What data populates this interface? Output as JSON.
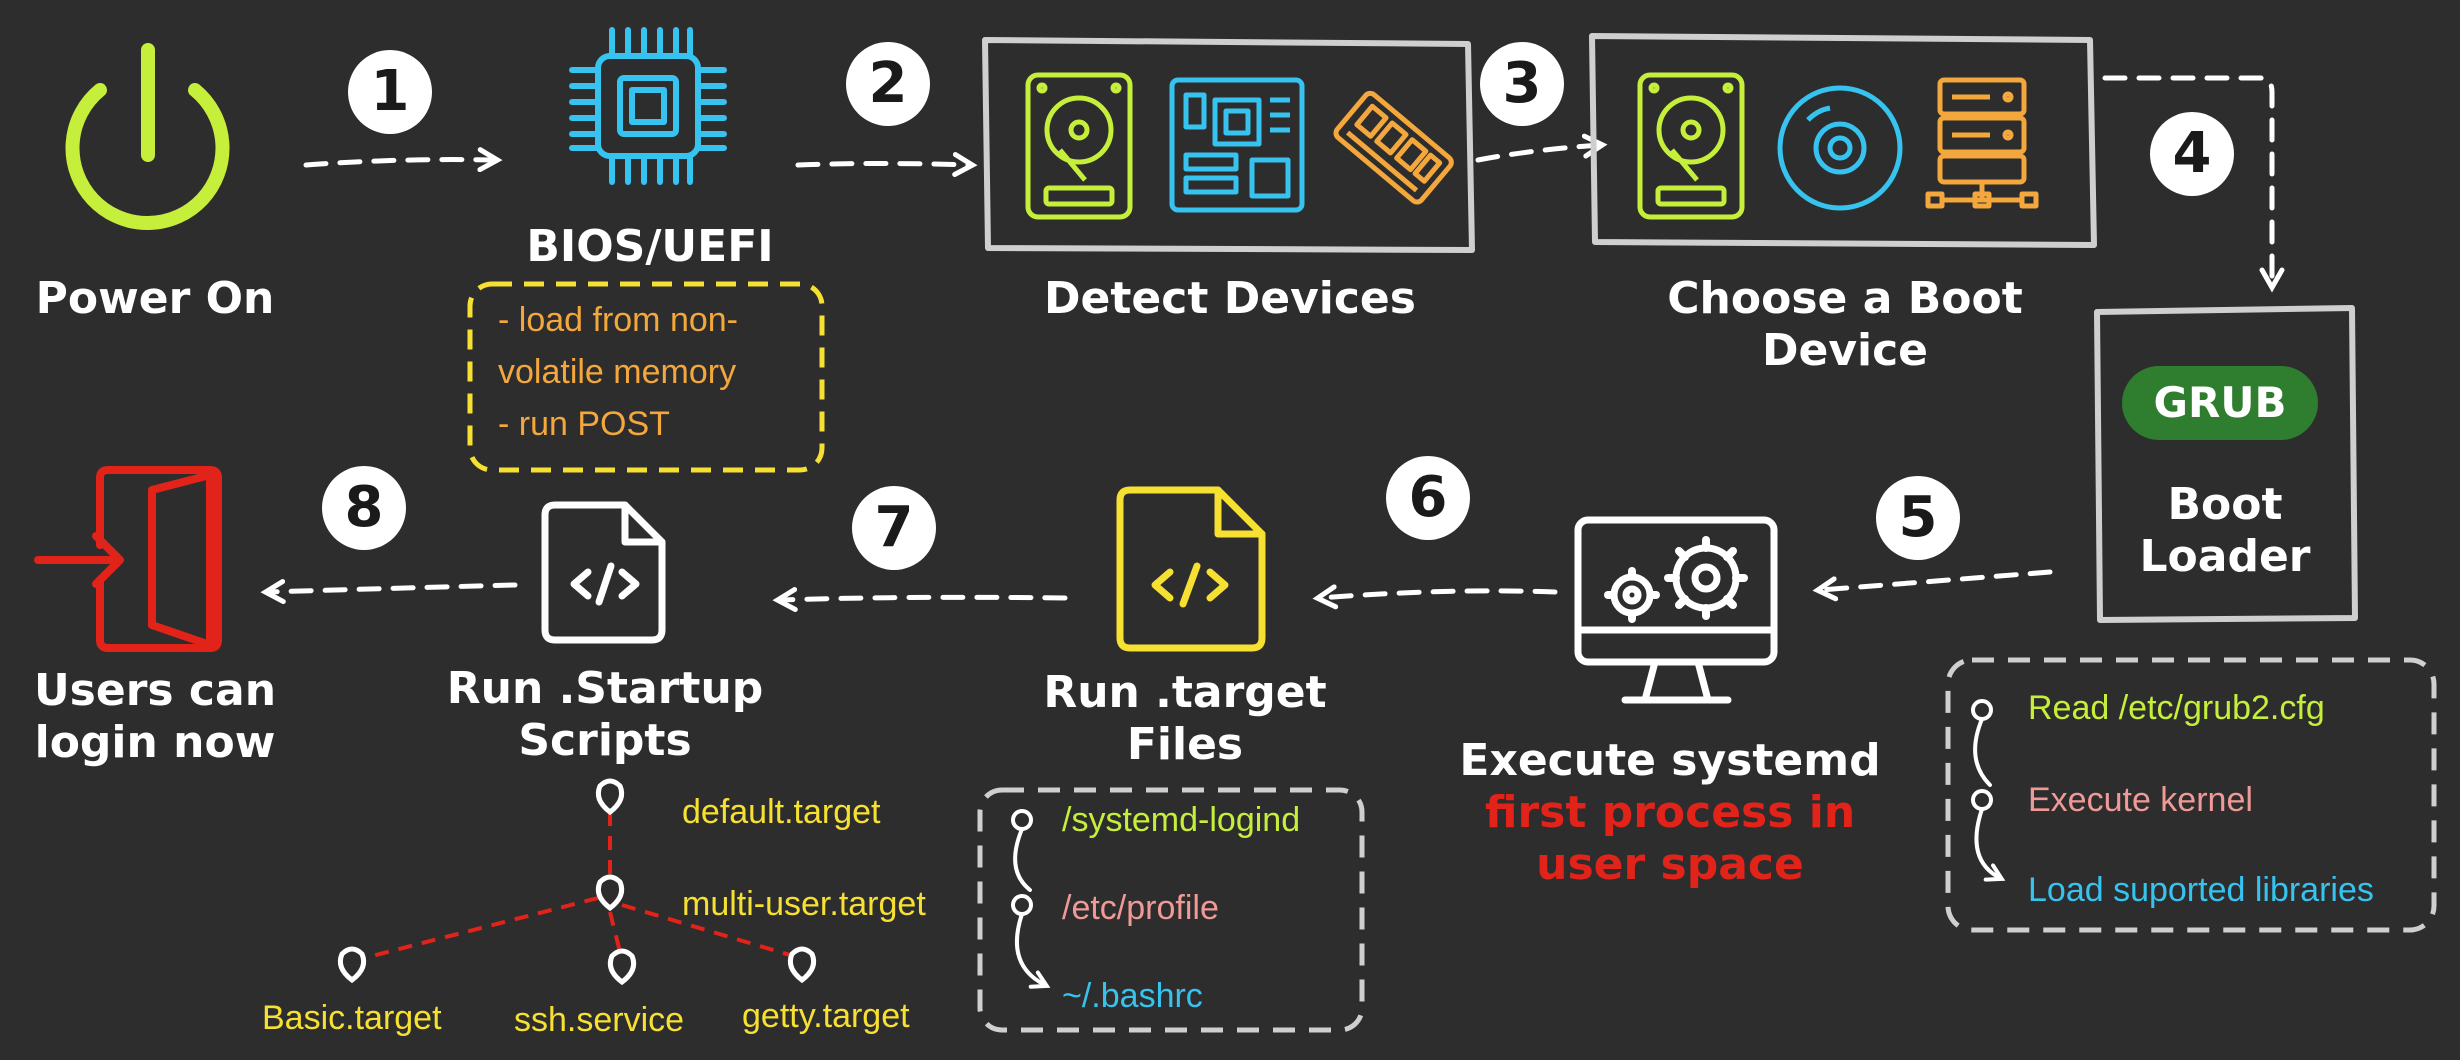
{
  "colors": {
    "background": "#2d2d2d",
    "white": "#ffffff",
    "lime": "#c6ef3b",
    "cyan": "#37c3f0",
    "yellow": "#f6e032",
    "orange": "#f3a73c",
    "red": "#e2231a",
    "pink": "#f09a97",
    "grub_green": "#2f7d2f",
    "box_grey": "#cfcfcf"
  },
  "steps": {
    "n1": "1",
    "n2": "2",
    "n3": "3",
    "n4": "4",
    "n5": "5",
    "n6": "6",
    "n7": "7",
    "n8": "8"
  },
  "power_on": {
    "label": "Power On",
    "icon": "power-icon"
  },
  "bios": {
    "label": "BIOS/UEFI",
    "icon": "cpu-chip-icon",
    "notes": [
      "- load from non-",
      "volatile memory",
      "- run POST"
    ]
  },
  "detect_devices": {
    "label": "Detect Devices",
    "icons": [
      "hard-drive-icon",
      "motherboard-icon",
      "memory-stick-icon"
    ]
  },
  "choose_boot": {
    "label_line1": "Choose a Boot",
    "label_line2": "Device",
    "icons": [
      "hard-drive-icon",
      "cd-disc-icon",
      "network-server-icon"
    ]
  },
  "boot_loader": {
    "badge": "GRUB",
    "label_line1": "Boot",
    "label_line2": "Loader",
    "steps": [
      "Read /etc/grub2.cfg",
      "Execute kernel",
      "Load suported libraries"
    ]
  },
  "systemd": {
    "label": "Execute systemd",
    "sub_line1": "first process in",
    "sub_line2": "user space",
    "icon": "monitor-gears-icon"
  },
  "target_files": {
    "label_line1": "Run .target",
    "label_line2": "Files",
    "icon": "code-file-icon",
    "steps": [
      "/systemd-logind",
      "/etc/profile",
      "~/.bashrc"
    ]
  },
  "startup_scripts": {
    "label_line1": "Run .Startup",
    "label_line2": "Scripts",
    "icon": "code-file-icon",
    "tree": {
      "root": "default.target",
      "middle": "multi-user.target",
      "leaves": [
        "Basic.target",
        "ssh.service",
        "getty.target"
      ]
    }
  },
  "login": {
    "label_line1": "Users can",
    "label_line2": "login now",
    "icon": "login-door-icon"
  }
}
